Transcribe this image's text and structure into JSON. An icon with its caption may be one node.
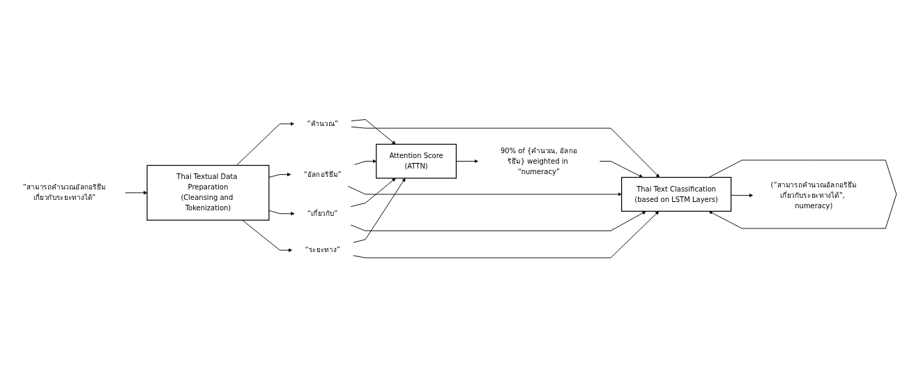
{
  "diagram": {
    "nodes": [
      {
        "text": [
          "“สามารถคำนวณอัลกอริธึมเกี่ยวกับระยะทางได้”"
        ]
      },
      {
        "text": [
          "Thai Textual Data Preparation",
          "(Cleansing and Tokenization)"
        ]
      },
      {
        "text": [
          "“คำนวณ”"
        ]
      },
      {
        "text": [
          "“อัลกอริธึม”"
        ]
      },
      {
        "text": [
          "“เกี่ยวกับ”"
        ]
      },
      {
        "text": [
          "“ระยะทาง”"
        ]
      },
      {
        "text": [
          "Attention Score",
          "(ATTN)"
        ]
      },
      {
        "text": [
          "90% of {คำนวณ, อัลกอริธึม} weighted in “numeracy”"
        ]
      },
      {
        "text": [
          "Thai Text Classification",
          "(based on LSTM Layers)"
        ]
      },
      {
        "text": [
          "(“สามารถคำนวณอัลกอริธึมเกี่ยวกับระยะทางได้”, numeracy)"
        ]
      }
    ],
    "edges": [
      {
        "from": 0,
        "to": 1,
        "arrow": "to"
      },
      {
        "from": 1,
        "to": 2,
        "arrow": "to"
      },
      {
        "from": 1,
        "to": 3,
        "arrow": "to"
      },
      {
        "from": 1,
        "to": 4,
        "arrow": "to"
      },
      {
        "from": 1,
        "to": 5,
        "arrow": "to"
      },
      {
        "from": 2,
        "to": 6,
        "arrow": "to"
      },
      {
        "from": 3,
        "to": 6,
        "arrow": "to"
      },
      {
        "from": 4,
        "to": 6,
        "arrow": "to"
      },
      {
        "from": 5,
        "to": 6,
        "arrow": "to"
      },
      {
        "from": 6,
        "to": 7,
        "arrow": "to"
      },
      {
        "from": 7,
        "to": 8,
        "arrow": "to"
      },
      {
        "from": 2,
        "to": 8,
        "arrow": "to"
      },
      {
        "from": 3,
        "to": 8,
        "arrow": "to"
      },
      {
        "from": 4,
        "to": 8,
        "arrow": "to"
      },
      {
        "from": 5,
        "to": 8,
        "arrow": "to"
      },
      {
        "from": 8,
        "to": 8,
        "arrow": "to"
      },
      {
        "from": 8,
        "to": 9,
        "arrow": "to"
      }
    ]
  }
}
